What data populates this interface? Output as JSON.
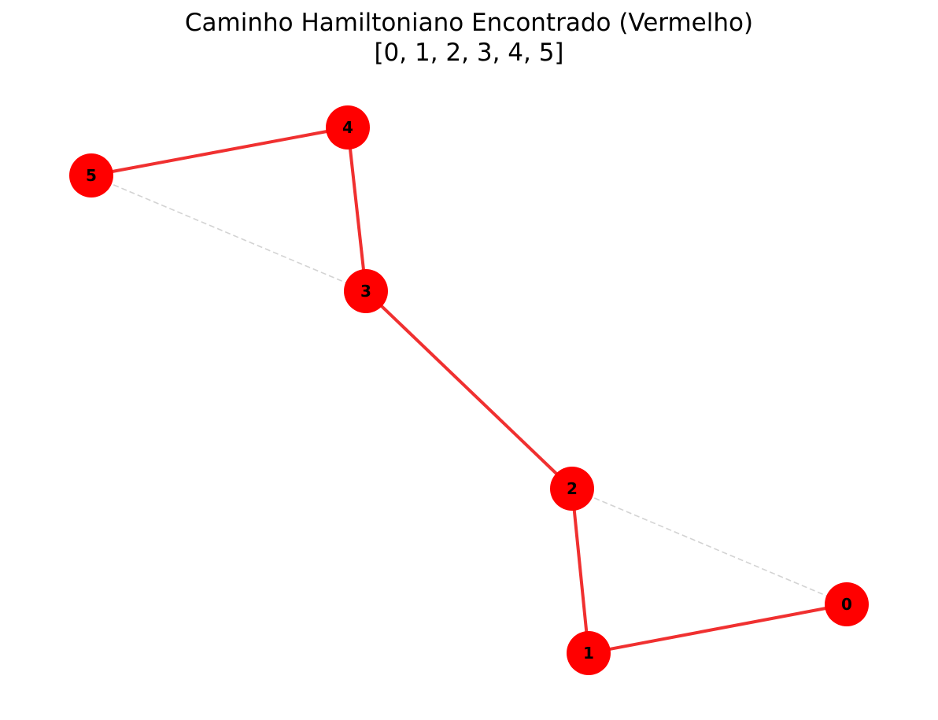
{
  "title": {
    "line1": "Caminho Hamiltoniano Encontrado (Vermelho)",
    "line2": "[0, 1, 2, 3, 4, 5]"
  },
  "colors": {
    "node_fill": "#ff0000",
    "path_edge": "#f03030",
    "other_edge": "#d3d3d3",
    "label": "#000000"
  },
  "graph": {
    "nodes": [
      {
        "id": "0",
        "label": "0"
      },
      {
        "id": "1",
        "label": "1"
      },
      {
        "id": "2",
        "label": "2"
      },
      {
        "id": "3",
        "label": "3"
      },
      {
        "id": "4",
        "label": "4"
      },
      {
        "id": "5",
        "label": "5"
      }
    ],
    "path_edges": [
      [
        "0",
        "1"
      ],
      [
        "1",
        "2"
      ],
      [
        "2",
        "3"
      ],
      [
        "3",
        "4"
      ],
      [
        "4",
        "5"
      ]
    ],
    "other_edges": [
      [
        "0",
        "2"
      ],
      [
        "3",
        "5"
      ]
    ]
  }
}
